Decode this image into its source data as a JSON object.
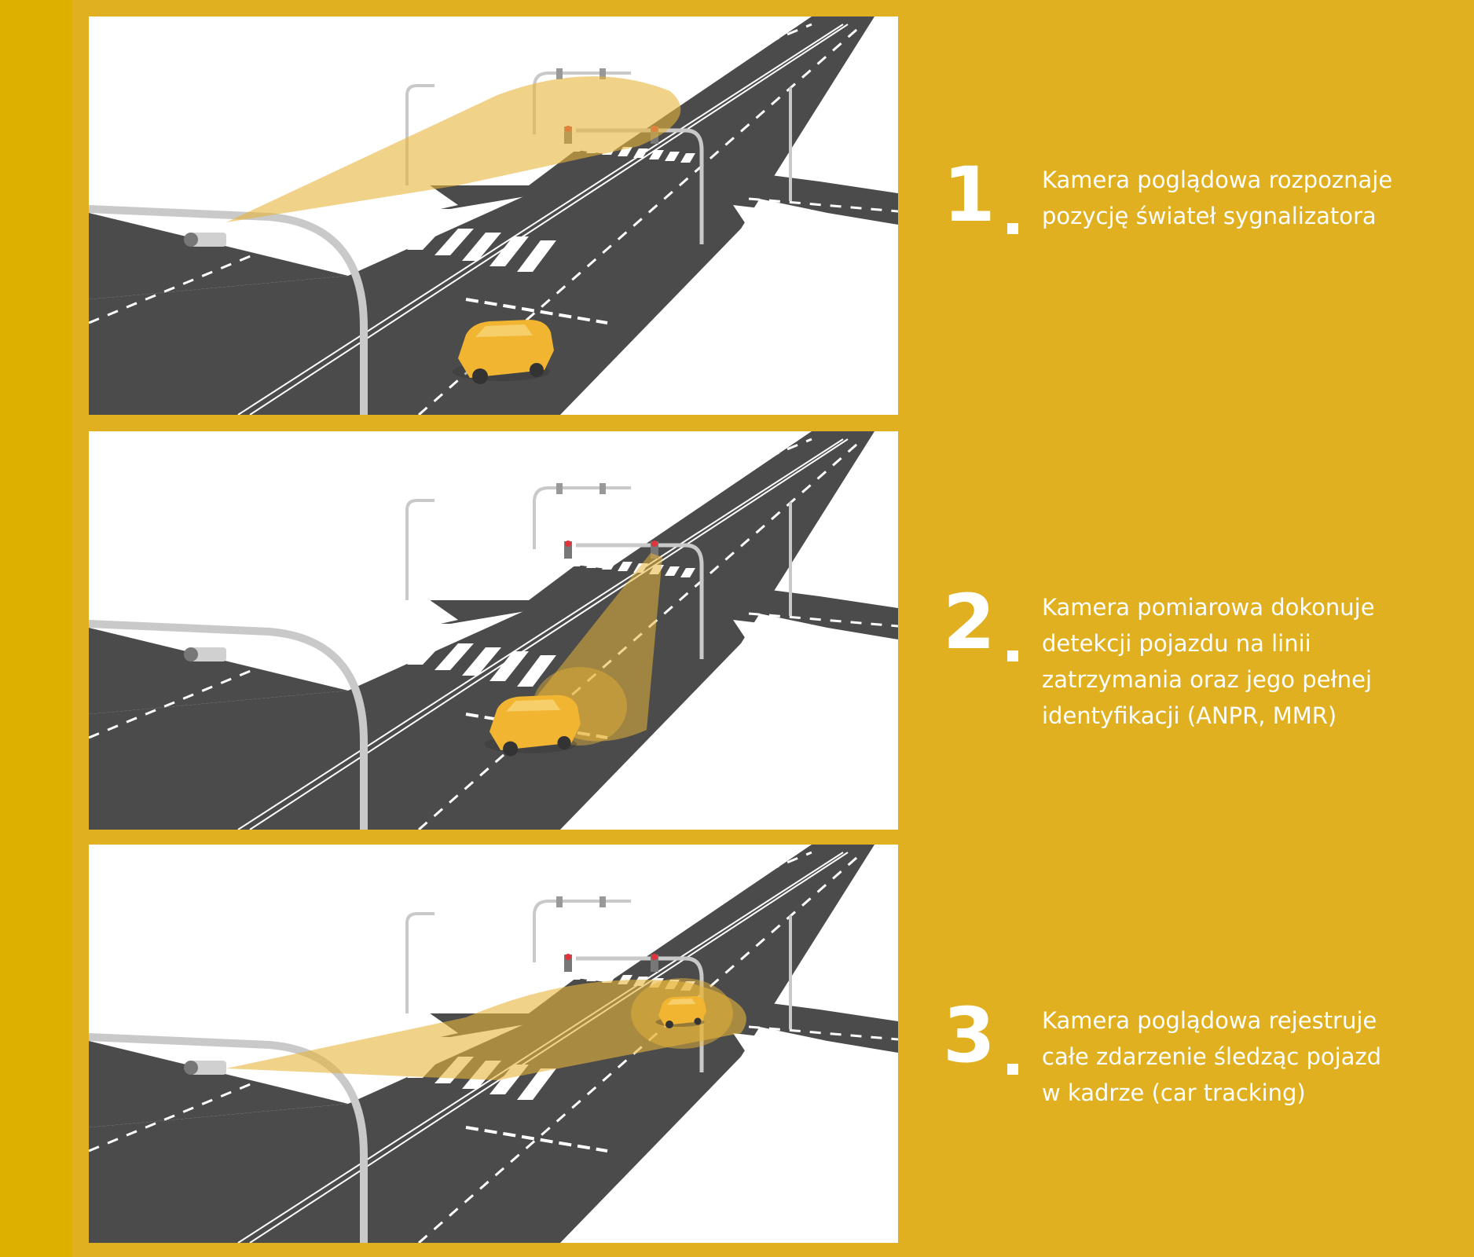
{
  "colors": {
    "background": "#e0b020",
    "road": "#4b4b4b",
    "marking": "#ffffff",
    "beam": "#e8b43a",
    "car": "#f2b531",
    "pole": "#c9c9c9",
    "signal_red": "#e0343a"
  },
  "steps": [
    {
      "number": "1",
      "text": "Kamera poglądowa rozpoznaje\npozycję świateł sygnalizatora"
    },
    {
      "number": "2",
      "text": "Kamera pomiarowa dokonuje\ndetekcji pojazdu na linii\nzatrzymania oraz jego pełnej\nidentyfikacji (ANPR, MMR)"
    },
    {
      "number": "3",
      "text": "Kamera poglądowa rejestruje\ncałe zdarzenie śledząc pojazd\nw kadrze (car tracking)"
    }
  ]
}
